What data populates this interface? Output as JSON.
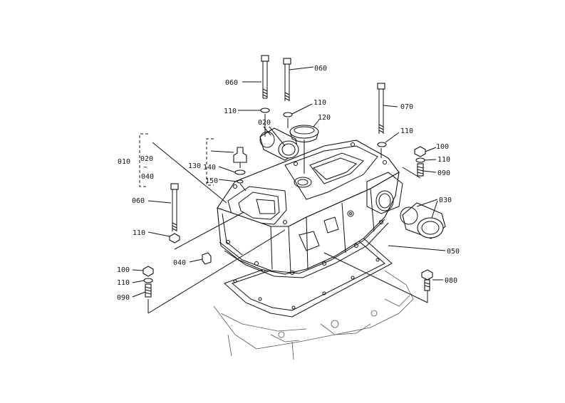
{
  "labels": {
    "l_060_top": "060",
    "l_060_top2": "060",
    "l_110_a": "110",
    "l_110_b": "110",
    "l_020_a": "020",
    "l_120": "120",
    "l_070": "070",
    "l_110_c": "110",
    "l_100_r": "100",
    "l_110_r": "110",
    "l_090_r": "090",
    "l_010": "010",
    "l_020_b": "020",
    "l_tilde": "~",
    "l_040_a": "040",
    "l_130": "130",
    "l_140": "140",
    "l_150": "150",
    "l_060_left": "060",
    "l_110_left": "110",
    "l_030": "030",
    "l_050": "050",
    "l_040_b": "040",
    "l_100_l": "100",
    "l_110_l": "110",
    "l_090_l": "090",
    "l_080": "080"
  }
}
